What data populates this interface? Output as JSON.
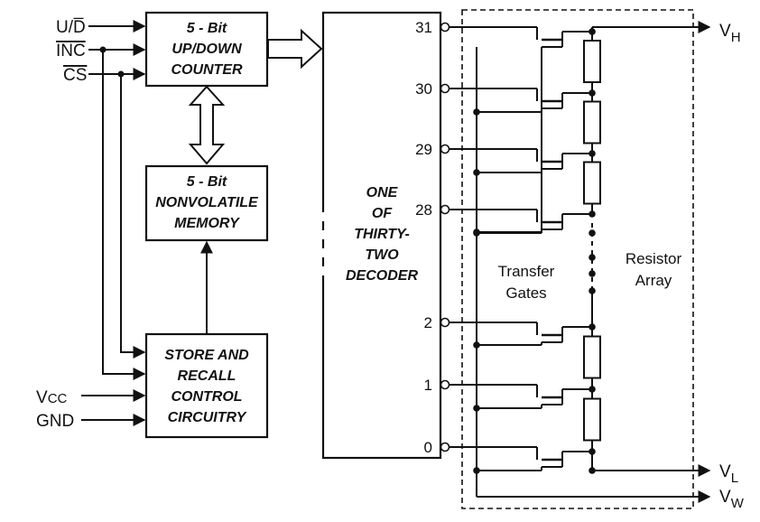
{
  "pins_left": {
    "ud": "U/D̅",
    "inc": "INC",
    "cs": "CS",
    "vcc_main": "V",
    "vcc_sub": "CC",
    "gnd": "GND"
  },
  "blocks": {
    "counter": [
      "5 - Bit",
      "UP/DOWN",
      "COUNTER"
    ],
    "memory": [
      "5 - Bit",
      "NONVOLATILE",
      "MEMORY"
    ],
    "store": [
      "STORE AND",
      "RECALL",
      "CONTROL",
      "CIRCUITRY"
    ],
    "decoder": [
      "ONE",
      "OF",
      "THIRTY-",
      "TWO",
      "DECODER"
    ]
  },
  "decoder_outputs": [
    "31",
    "30",
    "29",
    "28",
    "2",
    "1",
    "0"
  ],
  "array_labels": {
    "transfer": [
      "Transfer",
      "Gates"
    ],
    "resistor": [
      "Resistor",
      "Array"
    ]
  },
  "pins_right": {
    "vh_main": "V",
    "vh_sub": "H",
    "vl_main": "V",
    "vl_sub": "L",
    "vw_main": "V",
    "vw_sub": "W"
  }
}
